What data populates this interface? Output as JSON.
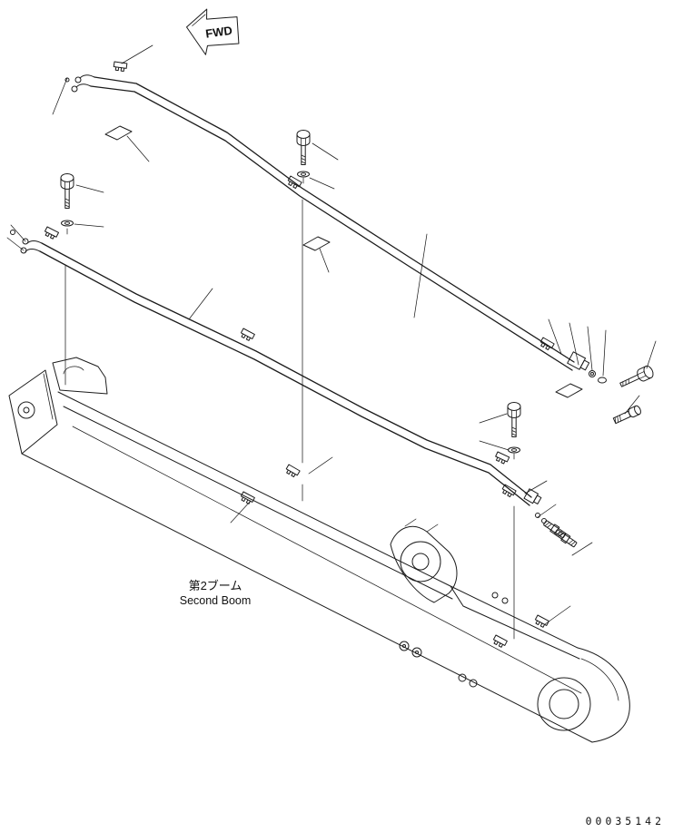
{
  "labels": {
    "fwd": "FWD",
    "component_jp": "第2ブーム",
    "component_en": "Second Boom",
    "drawing_number": "00035142"
  }
}
